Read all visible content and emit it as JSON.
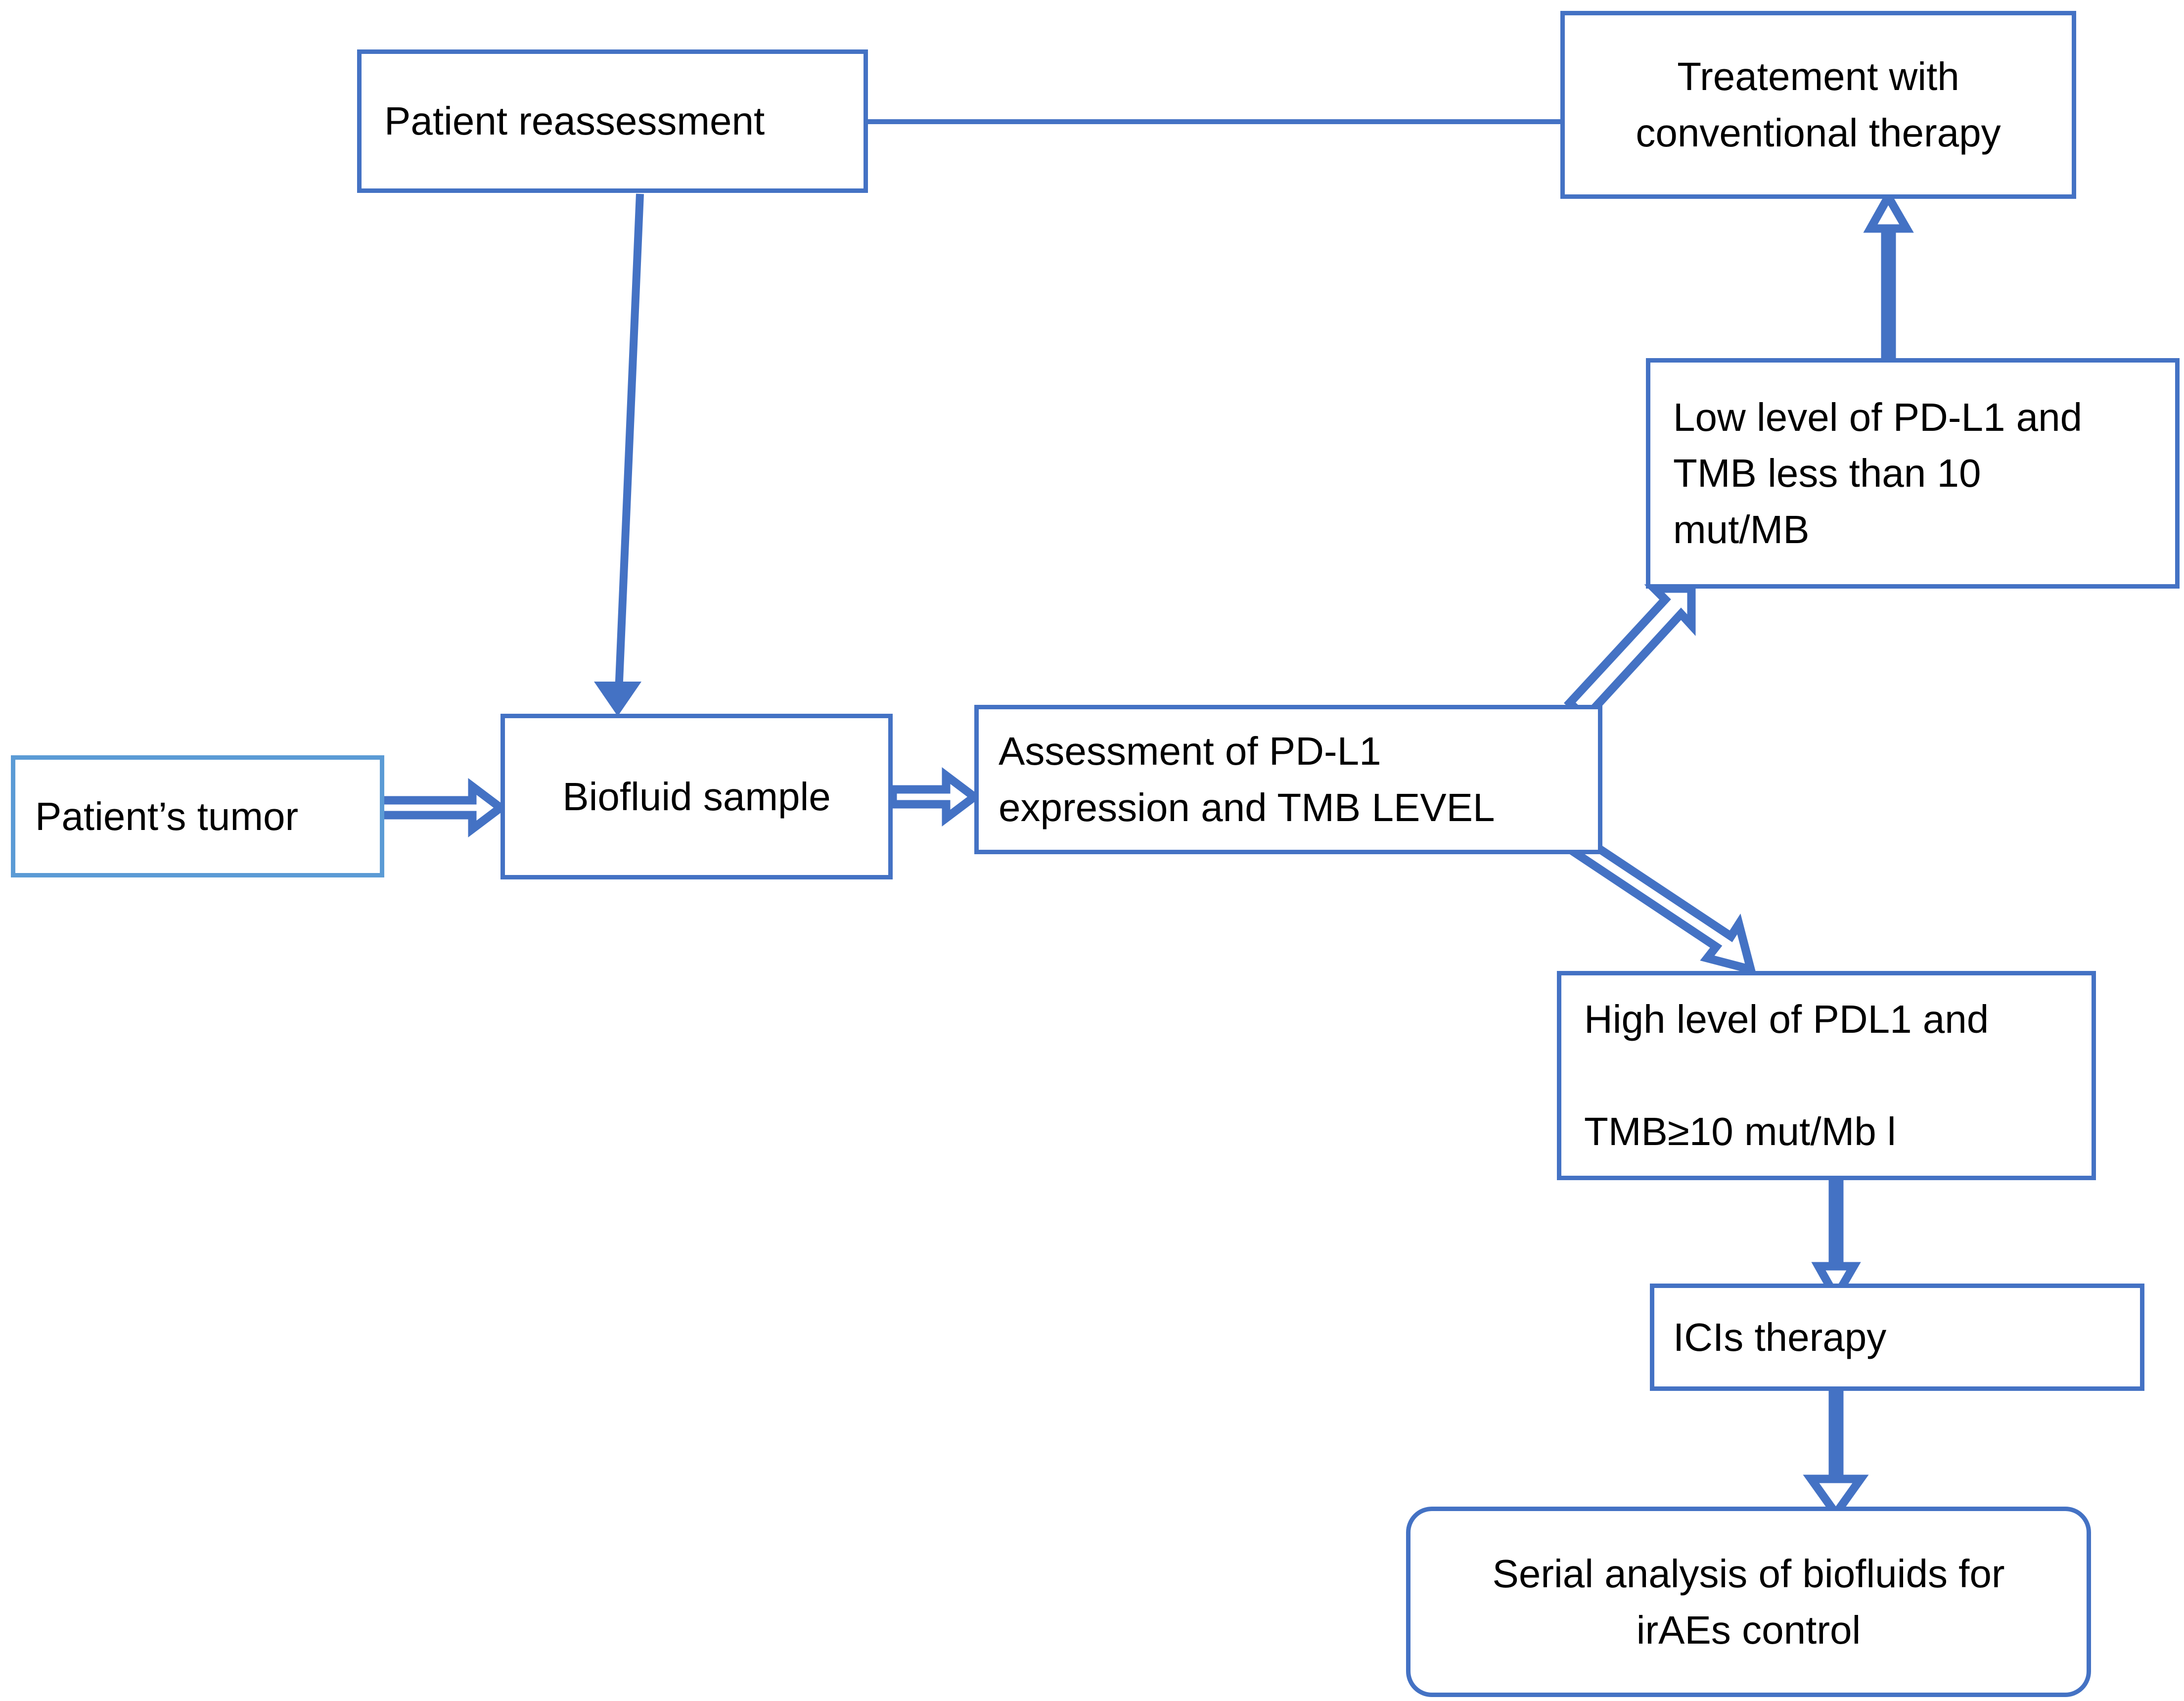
{
  "diagram": {
    "title": "Biofluid-based decision flow for immune checkpoint inhibitor therapy",
    "background_color": "#FFFFFF",
    "accent_color": "#4472C4",
    "light_accent_color": "#5B9BD5",
    "text_color": "#000000"
  },
  "nodes": {
    "patient_reassessment": {
      "label": "Patient reassessment",
      "shape": "rectangle",
      "border_color": "#4472C4"
    },
    "treatment_conventional": {
      "label": "Treatement with\nconventional therapy",
      "shape": "rectangle",
      "border_color": "#4472C4"
    },
    "low_level": {
      "label": "Low level of PD-L1 and\nTMB less than 10\nmut/MB",
      "shape": "rectangle",
      "border_color": "#4472C4"
    },
    "patients_tumor": {
      "label": "Patient’s tumor",
      "shape": "rectangle",
      "border_color": "#5B9BD5"
    },
    "biofluid_sample": {
      "label": "Biofluid sample",
      "shape": "rectangle",
      "border_color": "#4472C4"
    },
    "assessment": {
      "label": "Assessment of PD-L1\nexpression and TMB LEVEL",
      "shape": "rectangle",
      "border_color": "#4472C4"
    },
    "high_level": {
      "label": "High level of PDL1 and\n\nTMB≥10 mut/Mb l",
      "shape": "rectangle",
      "border_color": "#4472C4"
    },
    "icis_therapy": {
      "label": "ICIs therapy",
      "shape": "rectangle",
      "border_color": "#4472C4"
    },
    "serial_analysis": {
      "label": "Serial analysis of biofluids for\nirAEs control",
      "shape": "rounded-rectangle",
      "border_color": "#4472C4"
    }
  },
  "edges": [
    {
      "id": "tumor-to-biofluid",
      "from": "patients_tumor",
      "to": "biofluid_sample",
      "style": "double-line-block-arrow",
      "direction": "right",
      "arrowhead": true
    },
    {
      "id": "biofluid-to-assessment",
      "from": "biofluid_sample",
      "to": "assessment",
      "style": "double-line-block-arrow",
      "direction": "right",
      "arrowhead": true
    },
    {
      "id": "assessment-to-low",
      "from": "assessment",
      "to": "low_level",
      "style": "double-line-block-arrow",
      "direction": "up-right",
      "arrowhead": true
    },
    {
      "id": "assessment-to-high",
      "from": "assessment",
      "to": "high_level",
      "style": "double-line-block-arrow",
      "direction": "down-right",
      "arrowhead": true
    },
    {
      "id": "low-to-treatment",
      "from": "low_level",
      "to": "treatment_conventional",
      "style": "double-line-block-arrow",
      "direction": "up",
      "arrowhead": true
    },
    {
      "id": "treatment-to-reassessment",
      "from": "treatment_conventional",
      "to": "patient_reassessment",
      "style": "thin-connector",
      "direction": "left",
      "arrowhead": false
    },
    {
      "id": "reassessment-to-biofluid",
      "from": "patient_reassessment",
      "to": "biofluid_sample",
      "style": "thin-line-arrow",
      "direction": "down",
      "arrowhead": true
    },
    {
      "id": "high-to-icis",
      "from": "high_level",
      "to": "icis_therapy",
      "style": "double-line-block-arrow",
      "direction": "down",
      "arrowhead": true
    },
    {
      "id": "icis-to-serial",
      "from": "icis_therapy",
      "to": "serial_analysis",
      "style": "double-line-block-arrow",
      "direction": "down",
      "arrowhead": true
    }
  ]
}
